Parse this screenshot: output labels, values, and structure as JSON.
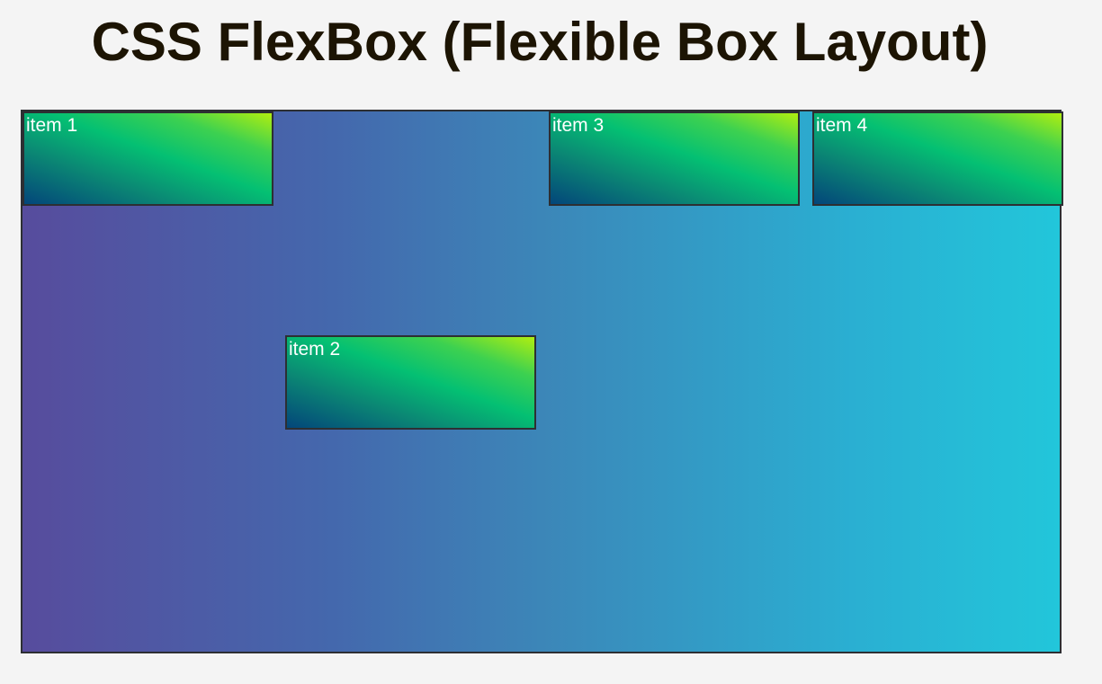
{
  "page": {
    "title": "CSS FlexBox (Flexible Box Layout)"
  },
  "container": {
    "items": [
      {
        "label": "item 1"
      },
      {
        "label": "item 2"
      },
      {
        "label": "item 3"
      },
      {
        "label": "item 4"
      }
    ]
  },
  "colors": {
    "page_background": "#f4f4f4",
    "title_text": "#1c1403",
    "container_gradient_start": "#574c9d",
    "container_gradient_end": "#22c6da",
    "item_gradient_start": "#03467a",
    "item_gradient_end": "#b0ee10",
    "border": "#2d2f33",
    "item_text": "#ffffff"
  }
}
